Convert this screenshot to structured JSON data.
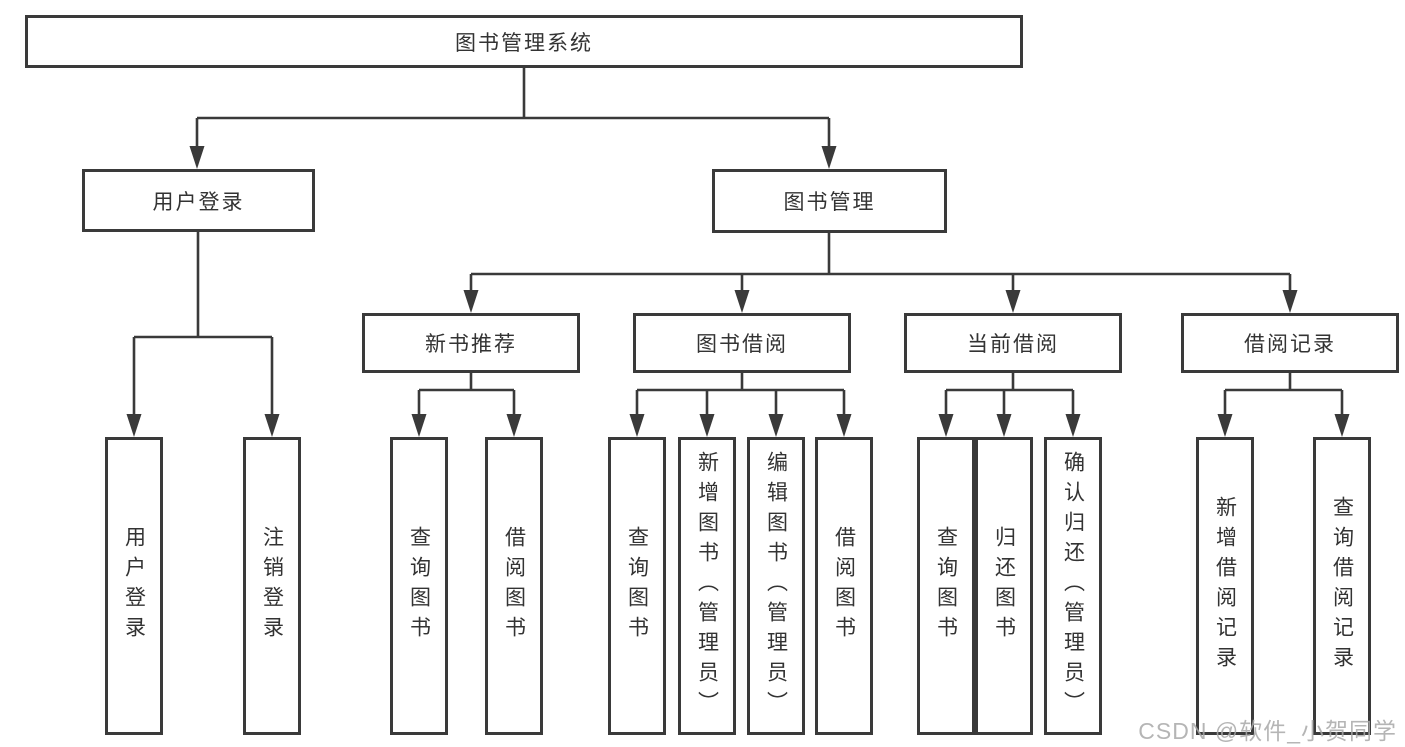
{
  "diagram": {
    "title": "图书管理系统",
    "nodes": {
      "root": "图书管理系统",
      "user_login_module": "用户登录",
      "book_management": "图书管理",
      "new_book_recommend": "新书推荐",
      "book_borrow": "图书借阅",
      "current_borrow": "当前借阅",
      "borrow_records": "借阅记录",
      "leaf_user_login": "用户登录",
      "leaf_logout": "注销登录",
      "leaf_query_book_recommend": "查询图书",
      "leaf_borrow_book_recommend": "借阅图书",
      "leaf_query_book_borrow": "查询图书",
      "leaf_add_book_admin": "新增图书（管理员）",
      "leaf_edit_book_admin": "编辑图书（管理员）",
      "leaf_borrow_book_borrow": "借阅图书",
      "leaf_query_book_current": "查询图书",
      "leaf_return_book": "归还图书",
      "leaf_confirm_return_admin": "确认归还（管理员）",
      "leaf_add_borrow_record": "新增借阅记录",
      "leaf_query_borrow_record": "查询借阅记录"
    },
    "colors": {
      "line": "#3a3a3a",
      "text": "#333333",
      "box_fill": "#ffffff",
      "background": "#ffffff",
      "watermark": "#a9a9a9"
    },
    "watermark": "CSDN @软件_小贺同学"
  }
}
